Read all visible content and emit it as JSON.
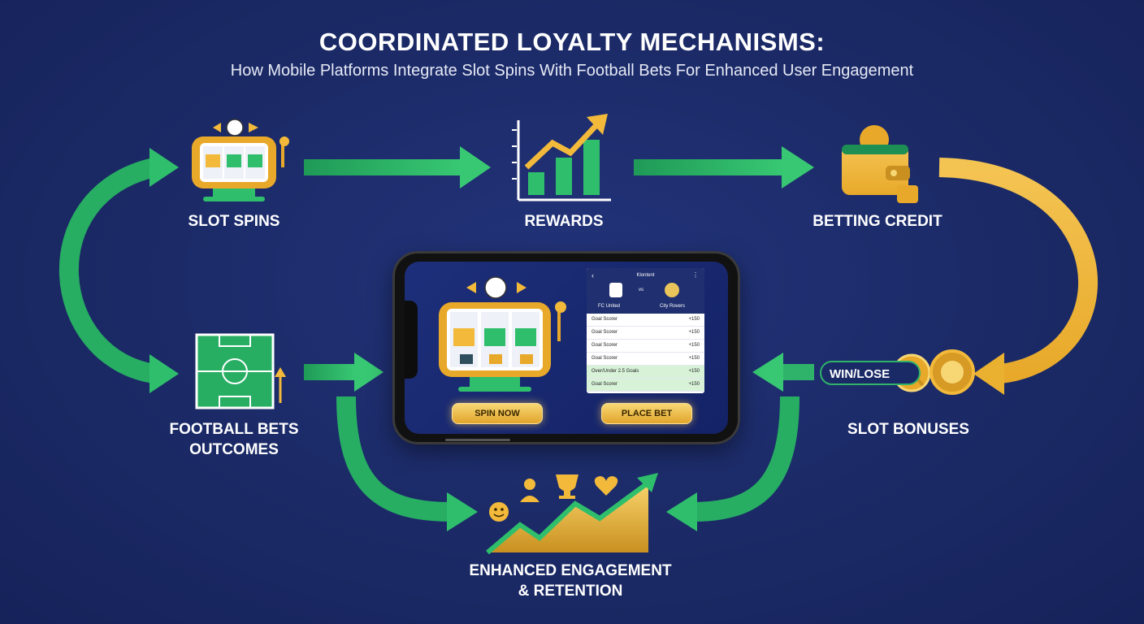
{
  "header": {
    "title": "COORDINATED LOYALTY MECHANISMS:",
    "subtitle": "How Mobile Platforms Integrate Slot Spins With Football Bets For Enhanced User Engagement"
  },
  "nodes": {
    "slot_spins": "SLOT SPINS",
    "rewards": "REWARDS",
    "betting_credit": "BETTING CREDIT",
    "football_bets_line1": "FOOTBALL BETS",
    "football_bets_line2": "OUTCOMES",
    "slot_bonuses": "SLOT BONUSES",
    "engagement_line1": "ENHANCED ENGAGEMENT",
    "engagement_line2": "& RETENTION",
    "win_lose": "WIN/LOSE"
  },
  "phone": {
    "spin_button": "SPIN NOW",
    "place_bet_button": "PLACE BET",
    "panel_title": "Kl­ontent",
    "team_home": "FC United",
    "vs": "vs",
    "team_away": "City Rovers",
    "rows": [
      {
        "label": "Goal Scorer",
        "odds": "+150"
      },
      {
        "label": "Goal Scorer",
        "odds": "+150"
      },
      {
        "label": "Goal Scorer",
        "odds": "+150"
      },
      {
        "label": "Goal Scorer",
        "odds": "+150"
      },
      {
        "label": "Over/Under 2.5 Goals",
        "odds": "+150"
      },
      {
        "label": "Goal Scorer",
        "odds": "+150"
      }
    ]
  },
  "colors": {
    "background": "#1b2a66",
    "green": "#2fb36a",
    "gold": "#f2b93b"
  }
}
